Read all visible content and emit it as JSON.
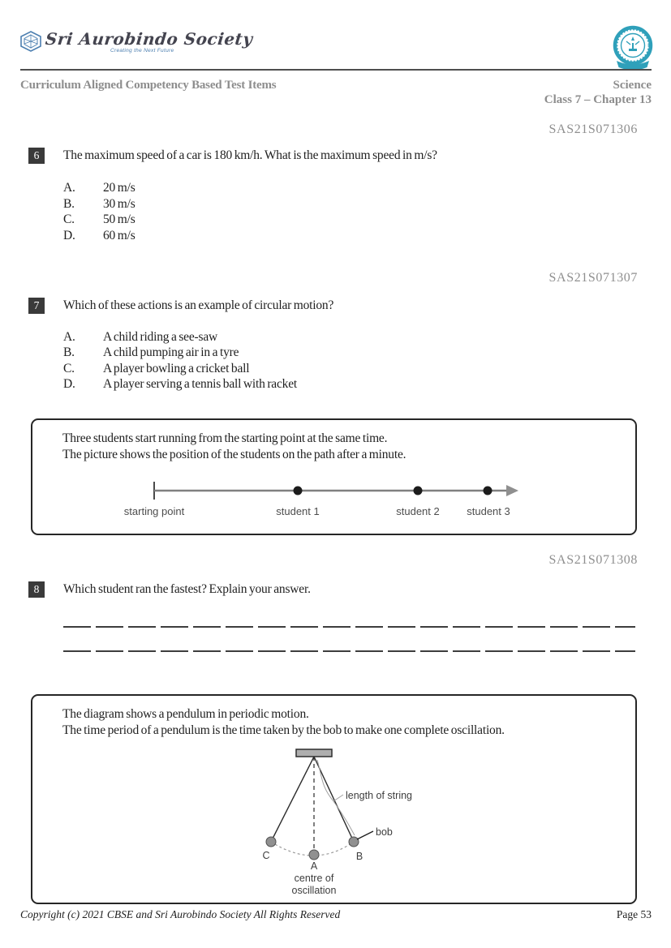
{
  "brand": {
    "name": "Sri Aurobindo Society",
    "tagline": "Creating the Next Future"
  },
  "header": {
    "doc_title": "Curriculum Aligned Competency Based Test Items",
    "subject": "Science",
    "class_chapter": "Class 7  – Chapter 13"
  },
  "questions": [
    {
      "code": "SAS21S071306",
      "number": "6",
      "text": "The maximum speed of a car is 180 km/h. What is the maximum speed in m/s?",
      "options": [
        {
          "letter": "A.",
          "text": "20 m/s"
        },
        {
          "letter": "B.",
          "text": "30 m/s"
        },
        {
          "letter": "C.",
          "text": "50 m/s"
        },
        {
          "letter": "D.",
          "text": "60 m/s"
        }
      ]
    },
    {
      "code": "SAS21S071307",
      "number": "7",
      "text": "Which of these actions is an example of circular motion?",
      "options": [
        {
          "letter": "A.",
          "text": "A child riding a see-saw"
        },
        {
          "letter": "B.",
          "text": "A child pumping air in a tyre"
        },
        {
          "letter": "C.",
          "text": "A player bowling a cricket ball"
        },
        {
          "letter": "D.",
          "text": "A player serving a tennis ball with racket"
        }
      ]
    },
    {
      "code": "SAS21S071308",
      "number": "8",
      "text": "Which student ran the fastest? Explain your answer."
    }
  ],
  "students_box": {
    "line1": "Three students start running from the starting point at the same time.",
    "line2": "The picture shows the position of the students on the path after a minute.",
    "diagram": {
      "start_label": "starting point",
      "student1": "student 1",
      "student2": "student 2",
      "student3": "student 3"
    }
  },
  "pendulum_box": {
    "line1": "The diagram shows a pendulum in periodic motion.",
    "line2": "The time period of a pendulum is the time taken by the bob to make one complete oscillation.",
    "diagram": {
      "length_label": "length of string",
      "bob_label": "bob",
      "point_c": "C",
      "point_b": "B",
      "point_a": "A",
      "centre_line1": "centre of",
      "centre_line2": "oscillation"
    }
  },
  "footer": {
    "copyright": "Copyright (c) 2021 CBSE and Sri Aurobindo Society All Rights Reserved",
    "page_number": "Page 53"
  },
  "colors": {
    "accent_teal": "#2fa0ba",
    "accent_blue": "#4c7fb0",
    "header_gray": "#8d8d8d"
  }
}
